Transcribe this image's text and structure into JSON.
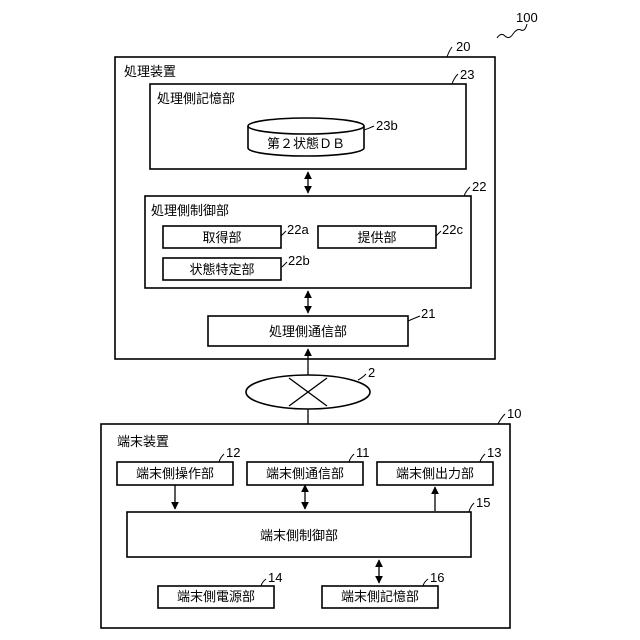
{
  "system_ref": "100",
  "processing_device": {
    "label": "処理装置",
    "ref": "20",
    "storage": {
      "label": "処理側記憶部",
      "ref": "23",
      "db_label": "第２状態ＤＢ",
      "db_ref": "23b"
    },
    "control": {
      "label": "処理側制御部",
      "ref": "22",
      "acquisition": {
        "label": "取得部",
        "ref": "22a"
      },
      "provision": {
        "label": "提供部",
        "ref": "22c"
      },
      "state_identification": {
        "label": "状態特定部",
        "ref": "22b"
      }
    },
    "communication": {
      "label": "処理側通信部",
      "ref": "21"
    }
  },
  "network": {
    "ref": "2"
  },
  "terminal_device": {
    "label": "端末装置",
    "ref": "10",
    "operation": {
      "label": "端末側操作部",
      "ref": "12"
    },
    "communication": {
      "label": "端末側通信部",
      "ref": "11"
    },
    "output": {
      "label": "端末側出力部",
      "ref": "13"
    },
    "control": {
      "label": "端末側制御部",
      "ref": "15"
    },
    "power": {
      "label": "端末側電源部",
      "ref": "14"
    },
    "storage": {
      "label": "端末側記憶部",
      "ref": "16"
    }
  }
}
